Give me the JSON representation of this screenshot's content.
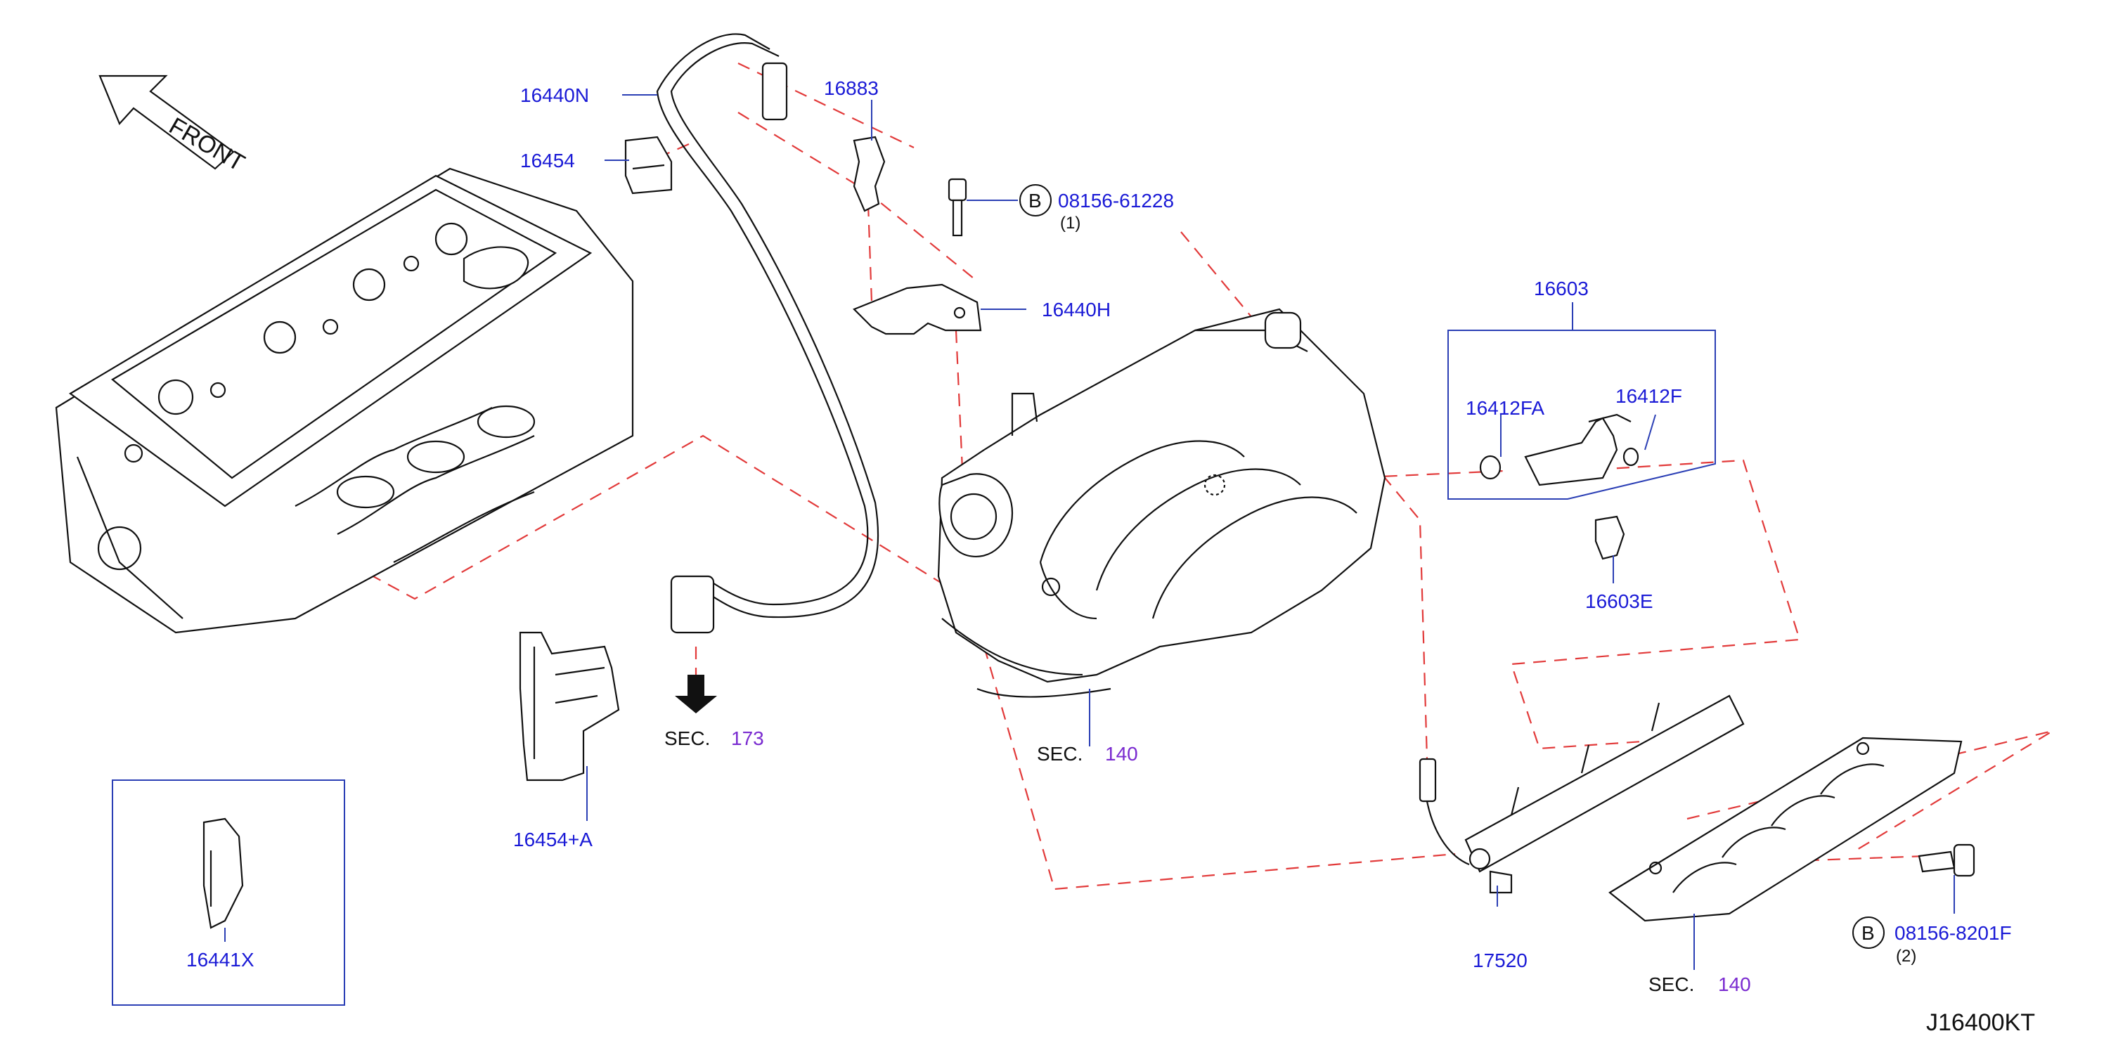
{
  "front_label": "FRONT",
  "diagram_code": "J16400KT",
  "bolt_badge": "B",
  "parts": {
    "p16440N": "16440N",
    "p16454": "16454",
    "p16883": "16883",
    "p08156_61228": "08156-61228",
    "qty1": "(1)",
    "p16440H": "16440H",
    "p16603": "16603",
    "p16412FA": "16412FA",
    "p16412F": "16412F",
    "p16603E": "16603E",
    "p16454A": "16454+A",
    "p16441X": "16441X",
    "p17520": "17520",
    "p08156_8201F": "08156-8201F",
    "qty2": "(2)"
  },
  "sections": {
    "sec_prefix": "SEC.",
    "sec173": "173",
    "sec140a": "140",
    "sec140b": "140"
  },
  "colors": {
    "part_number": "#1a1ad6",
    "section_number": "#7a2bd0",
    "guide_dash": "#e23a3a",
    "leader": "#2b3fb5",
    "outline": "#111111"
  }
}
